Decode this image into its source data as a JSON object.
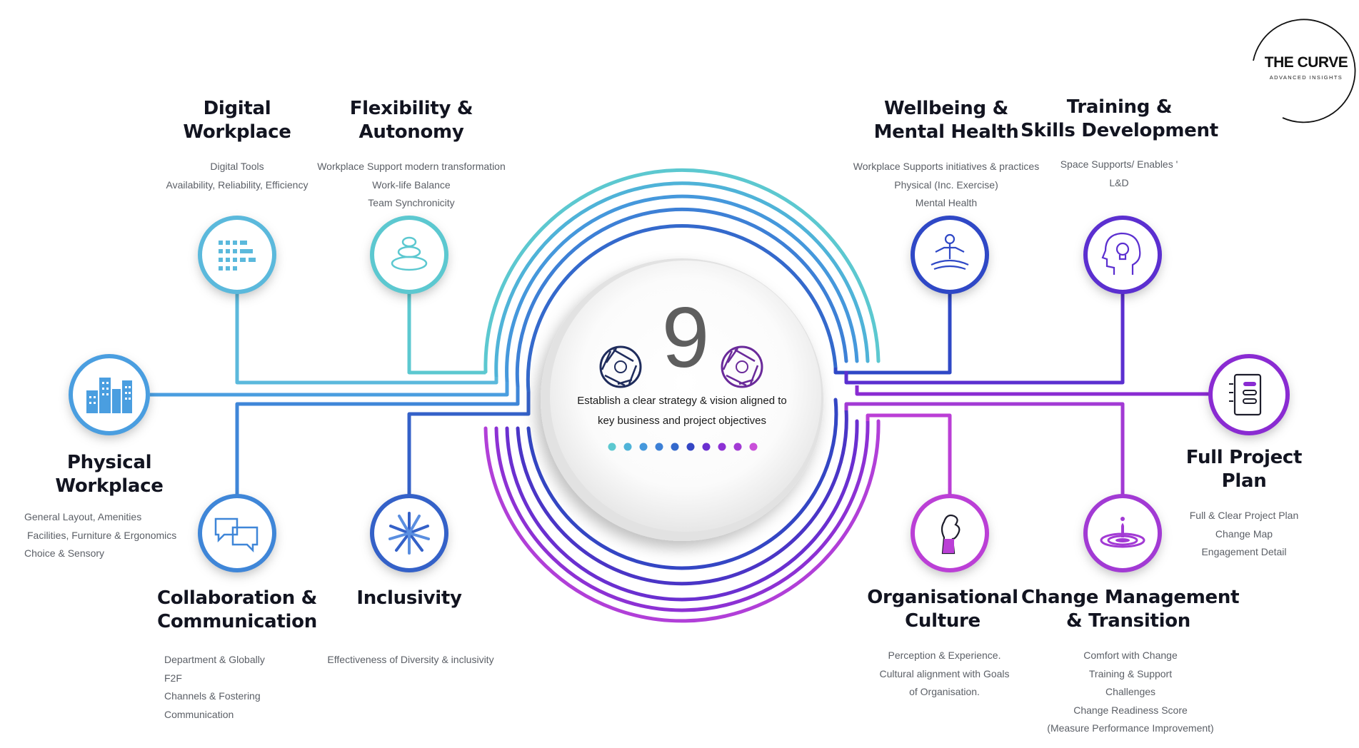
{
  "center": {
    "number": "9",
    "statement_lines": [
      "Establish a clear strategy & vision aligned to",
      "key business and project objectives"
    ]
  },
  "logo": {
    "name": "THE CURVE",
    "tagline": "ADVANCED INSIGHTS"
  },
  "colors": {
    "cyan": "#5cc8d0",
    "light_blue": "#4aa8dc",
    "blue": "#3f7fd4",
    "royal_blue": "#3056c6",
    "indigo": "#3b3bc3",
    "violet": "#6a2fd0",
    "purple": "#8a2bd2",
    "magenta": "#b83fd8",
    "pink": "#c94fd9"
  },
  "items": [
    {
      "id": "digital-workplace",
      "title": [
        "Digital",
        "Workplace"
      ],
      "details": [
        "Digital Tools",
        "Availability, Reliability, Efficiency"
      ],
      "icon": "digital-tools-icon",
      "color": "#5bb9dc"
    },
    {
      "id": "flexibility-autonomy",
      "title": [
        "Flexibility &",
        "Autonomy"
      ],
      "details": [
        "Workplace Support modern transformation",
        "Work-life Balance",
        "Team Synchronicity"
      ],
      "icon": "balanced-stones-icon",
      "color": "#5cc8d0"
    },
    {
      "id": "physical-workplace",
      "title": [
        "Physical",
        "Workplace"
      ],
      "details": [
        "General Layout, Amenities",
        "Facilities, Furniture & Ergonomics",
        "Choice & Sensory"
      ],
      "icon": "office-buildings-icon",
      "color": "#4a9ee0"
    },
    {
      "id": "collaboration-communication",
      "title": [
        "Collaboration &",
        "Communication"
      ],
      "details": [
        "Department & Globally",
        "F2F",
        "Channels & Fostering",
        "Communication"
      ],
      "icon": "chat-bubbles-icon",
      "color": "#3f86d8"
    },
    {
      "id": "inclusivity",
      "title": [
        "Inclusivity"
      ],
      "details": [
        "Effectiveness of Diversity & inclusivity"
      ],
      "icon": "joined-hands-icon",
      "color": "#3461c8"
    },
    {
      "id": "wellbeing-mental-health",
      "title": [
        "Wellbeing &",
        "Mental Health"
      ],
      "details": [
        "Workplace Supports initiatives & practices",
        "Physical (Inc. Exercise)",
        "Mental Health"
      ],
      "icon": "meditation-icon",
      "color": "#2f48c6"
    },
    {
      "id": "training-skills",
      "title": [
        "Training &",
        "Skills Development"
      ],
      "details": [
        "Space Supports/ Enables '",
        "L&D"
      ],
      "icon": "head-lightbulb-icon",
      "color": "#5b2fd0"
    },
    {
      "id": "full-project-plan",
      "title": [
        "Full Project",
        "Plan"
      ],
      "details": [
        "Full & Clear Project Plan",
        "Change Map",
        "Engagement Detail"
      ],
      "icon": "project-plan-icon",
      "color": "#8a2bd2"
    },
    {
      "id": "organisational-culture",
      "title": [
        "Organisational",
        "Culture"
      ],
      "details": [
        "Perception & Experience.",
        "Cultural alignment with Goals",
        "of Organisation."
      ],
      "icon": "hand-gesture-icon",
      "color": "#bb3fd6"
    },
    {
      "id": "change-management",
      "title": [
        "Change Management",
        "& Transition"
      ],
      "details": [
        "Comfort with Change",
        "Training & Support",
        "Challenges",
        "Change Readiness Score",
        "(Measure Performance Improvement)"
      ],
      "icon": "water-ripple-icon",
      "color": "#a23ad4"
    }
  ]
}
